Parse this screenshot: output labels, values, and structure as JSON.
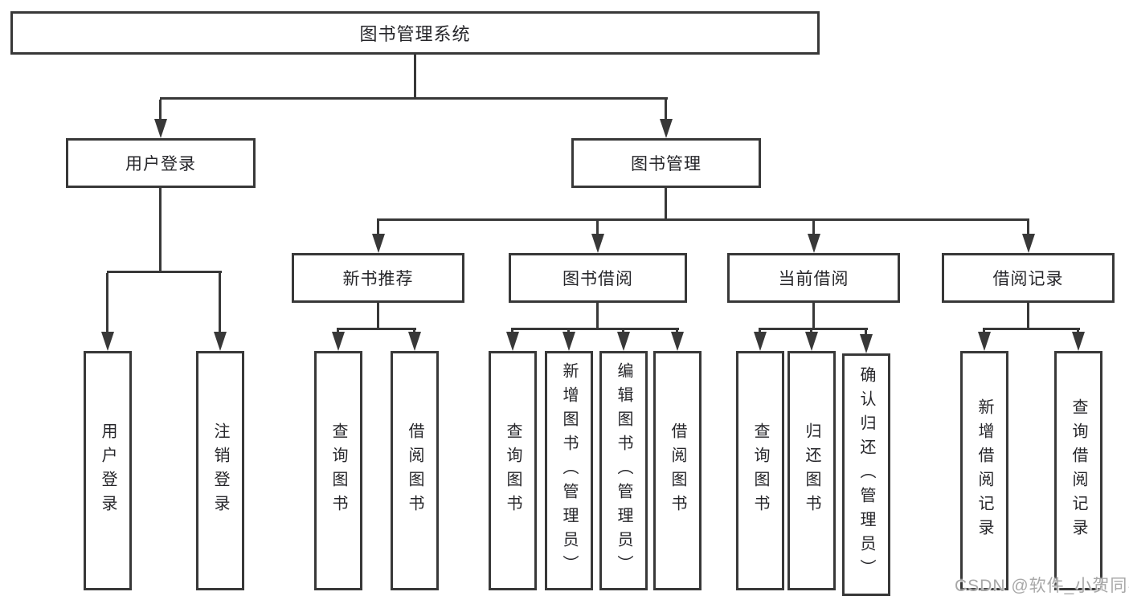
{
  "colors": {
    "line": "#383838",
    "text": "#26262a",
    "background": "#ffffff",
    "watermark": "#a8a8a8"
  },
  "tree": {
    "label": "图书管理系统",
    "children": [
      {
        "label": "用户登录",
        "children": [
          {
            "label": "用户登录"
          },
          {
            "label": "注销登录"
          }
        ]
      },
      {
        "label": "图书管理",
        "children": [
          {
            "label": "新书推荐",
            "children": [
              {
                "label": "查询图书"
              },
              {
                "label": "借阅图书"
              }
            ]
          },
          {
            "label": "图书借阅",
            "children": [
              {
                "label": "查询图书"
              },
              {
                "label": "新增图书（管理员）"
              },
              {
                "label": "编辑图书（管理员）"
              },
              {
                "label": "借阅图书"
              }
            ]
          },
          {
            "label": "当前借阅",
            "children": [
              {
                "label": "查询图书"
              },
              {
                "label": "归还图书"
              },
              {
                "label": "确认归还（管理员）"
              }
            ]
          },
          {
            "label": "借阅记录",
            "children": [
              {
                "label": "新增借阅记录"
              },
              {
                "label": "查询借阅记录"
              }
            ]
          }
        ]
      }
    ]
  },
  "watermark": "CSDN @软件_小贺同学"
}
